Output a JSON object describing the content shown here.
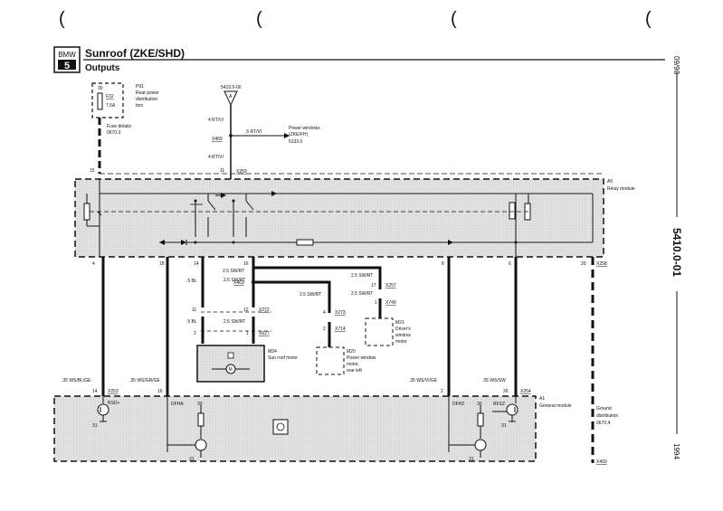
{
  "header": {
    "logo_top": "BMW",
    "logo_num": "5",
    "title": "Sunroof (ZKE/SHD)",
    "subtitle": "Outputs"
  },
  "side": {
    "date": "09/93",
    "code": "5410.0-01",
    "year": "1994"
  },
  "top_marks": [
    "(",
    "(",
    "(",
    "("
  ],
  "fuse": {
    "pin": "30",
    "id": "F32",
    "rating": "7.5A",
    "location": "P91",
    "location_desc": [
      "Rear power",
      "distribution",
      "box"
    ],
    "details": [
      "Fuse details",
      "0670.3"
    ]
  },
  "connector_ref": {
    "ref": "5410.0-00",
    "letter": "A"
  },
  "power_windows": {
    "wire": ".5 RT/VI",
    "label": [
      "Power windows",
      "(ZKE/FH)"
    ],
    "ref": "5133.0"
  },
  "top_wires": {
    "upper": "4 RT/VI",
    "conn": "X469",
    "lower": "4 RT/VI"
  },
  "relay_module": {
    "name": "A5",
    "desc": "Relay module",
    "pin_left": "15",
    "pin_mid": "11",
    "conn": "X259"
  },
  "lower_pins": {
    "p4": "4",
    "p18": "18",
    "p14": "14",
    "p16": "16",
    "p8": "8",
    "p6": "6",
    "p20": "20",
    "conn_right": "X258"
  },
  "wires": {
    "bl_top": ".5 BL",
    "bl_bot": ".5 BL",
    "sw_rt_a": "2.5 SW/RT",
    "sw_rt_b": "2.5 SW/RT",
    "sw_rt_c": "2.5 SW/RT",
    "sw_rt_d": "2.5 SW/RT",
    "sw_rt_e": "2.5 SW/RT",
    "sw_rt_f": "2.5 SW/RT"
  },
  "connectors": {
    "x463": "X463",
    "x272": "X272",
    "x627": "X627",
    "x257": "X257",
    "x749": "X749",
    "x273": "X273",
    "x714": "X714",
    "x253": "X253",
    "x254": "X254",
    "x493": "X493"
  },
  "pin_nums": {
    "n11": "11",
    "n12": "12",
    "n2a": "2",
    "n1a": "1",
    "n17": "17",
    "n1b": "1",
    "n4": "4",
    "n2b": "2"
  },
  "motors": {
    "m24": {
      "id": "M24",
      "desc": "Sun roof motor"
    },
    "m21": {
      "id": "M21",
      "desc": [
        "Driver's",
        "window",
        "motor"
      ]
    },
    "m20": {
      "id": "M20",
      "desc": [
        "Power window",
        "motor,",
        "rear left"
      ]
    }
  },
  "bottom_wires": {
    "w1": ".35 WS/BL/GE",
    "w2": ".35 WS/GR/GE",
    "w3": ".35 WS/VI/GE",
    "w4": ".35 WS/SW"
  },
  "general_module": {
    "name": "A1",
    "desc": "General module",
    "pin14": "14",
    "pin16": "16",
    "pin2": "2",
    "pin26": "26",
    "rsd": "RSD+",
    "dfha": "DFHA",
    "dfhz": "DFHZ",
    "rfsz": "RFSZ",
    "p30a": "30",
    "p30b": "30",
    "p31a": "31",
    "p31b": "31",
    "p31c": "31",
    "p31d": "31"
  },
  "ground": {
    "label": [
      "Ground",
      "distribution"
    ],
    "ref": "0670.4"
  },
  "motor_symbol": "M"
}
